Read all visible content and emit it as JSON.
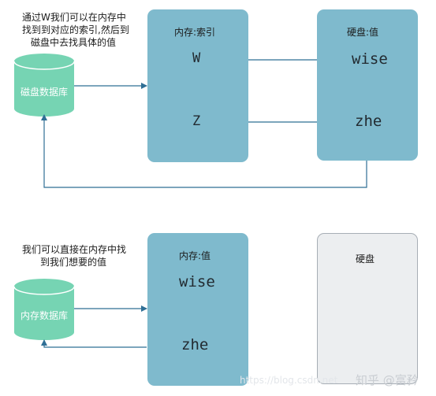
{
  "top": {
    "note_lines": [
      "通过W我们可以在内存中",
      "找到到对应的索引,然后到",
      "磁盘中去找具体的值"
    ],
    "database_label": "磁盘数据库",
    "memory_title": "内存:索引",
    "memory_keys": [
      "W",
      "Z"
    ],
    "disk_title": "硬盘:值",
    "disk_values": [
      "wise",
      "zhe"
    ]
  },
  "bottom": {
    "note_lines": [
      "我们可以直接在内存中找",
      "到我们想要的值"
    ],
    "database_label": "内存数据库",
    "memory_title": "内存:值",
    "memory_values": [
      "wise",
      "zhe"
    ],
    "disk_title": "硬盘"
  },
  "watermark": {
    "url_text": "https://blog.csdn.net",
    "brand_text": "知乎 @富矜"
  },
  "colors": {
    "box": "#7fbacd",
    "cylinder": "#76d4b3",
    "arrow": "#2f6f95",
    "empty_box": "#eceef0"
  }
}
